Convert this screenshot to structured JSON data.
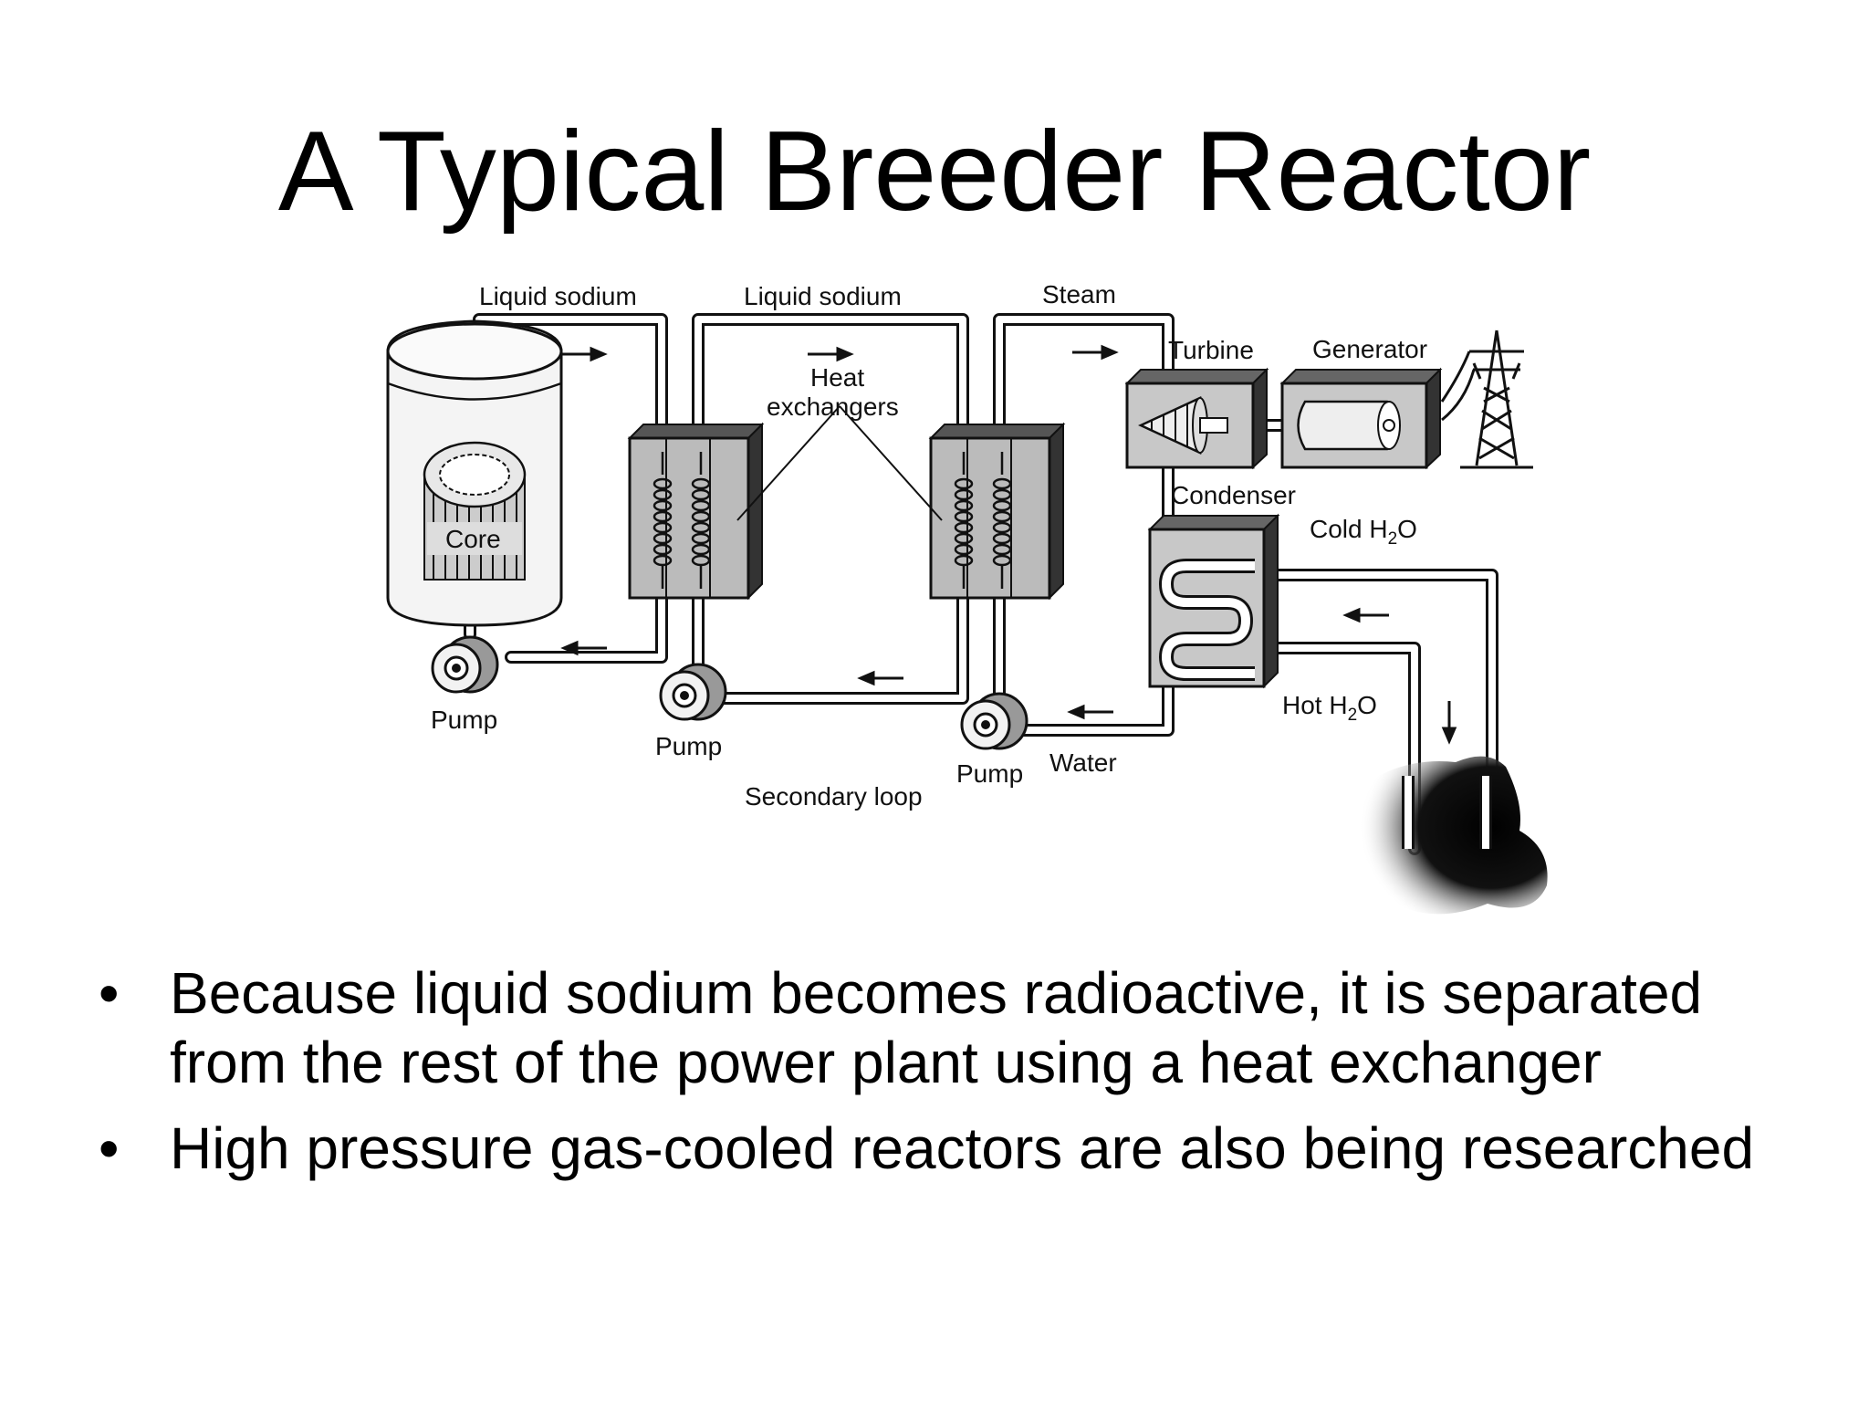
{
  "title": "A Typical Breeder Reactor",
  "diagram": {
    "labels": {
      "liquid_sodium_1": "Liquid sodium",
      "liquid_sodium_2": "Liquid sodium",
      "steam": "Steam",
      "turbine": "Turbine",
      "generator": "Generator",
      "heat": "Heat",
      "exchangers": "exchangers",
      "core": "Core",
      "condenser": "Condenser",
      "cold_h2o": "Cold H",
      "hot_h2o": "Hot H",
      "h2o_sub": "2",
      "h2o_o": "O",
      "pump_1": "Pump",
      "pump_2": "Pump",
      "pump_3": "Pump",
      "water": "Water",
      "secondary_loop": "Secondary loop"
    }
  },
  "bullets": [
    {
      "symbol": "•",
      "text": "Because liquid sodium becomes radioactive, it is separated from the rest of the power plant using a heat exchanger"
    },
    {
      "symbol": "•",
      "text": "High pressure gas-cooled reactors are also being researched"
    }
  ]
}
